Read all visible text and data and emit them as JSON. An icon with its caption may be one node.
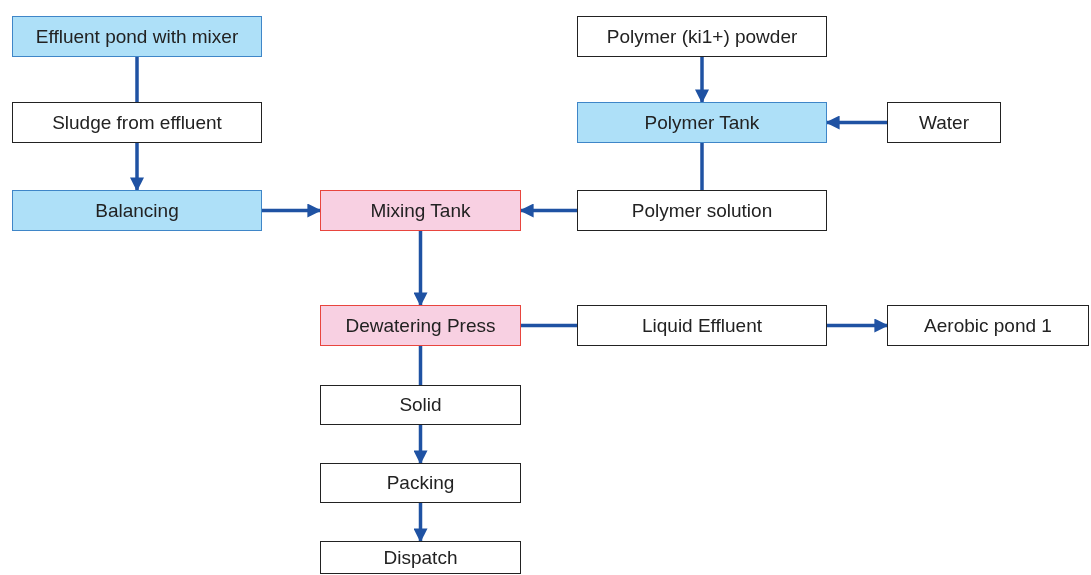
{
  "diagram": {
    "nodes": [
      {
        "text": [
          "Effluent pond with mixer"
        ]
      },
      {
        "text": [
          "Sludge from effluent"
        ]
      },
      {
        "text": [
          "Balancing"
        ]
      },
      {
        "text": [
          "Polymer (ki1+) powder"
        ]
      },
      {
        "text": [
          "Polymer Tank"
        ]
      },
      {
        "text": [
          "Water"
        ]
      },
      {
        "text": [
          "Mixing Tank"
        ]
      },
      {
        "text": [
          "Polymer solution"
        ]
      },
      {
        "text": [
          "Dewatering Press"
        ]
      },
      {
        "text": [
          "Liquid Effluent"
        ]
      },
      {
        "text": [
          "Aerobic pond 1"
        ]
      },
      {
        "text": [
          "Solid"
        ]
      },
      {
        "text": [
          "Packing"
        ]
      },
      {
        "text": [
          "Dispatch"
        ]
      }
    ],
    "edges": [
      {
        "from": 0,
        "to": 1,
        "arrow": "none"
      },
      {
        "from": 1,
        "to": 2,
        "arrow": "to"
      },
      {
        "from": 2,
        "to": 6,
        "arrow": "to"
      },
      {
        "from": 3,
        "to": 4,
        "arrow": "to"
      },
      {
        "from": 5,
        "to": 4,
        "arrow": "to"
      },
      {
        "from": 4,
        "to": 7,
        "arrow": "none"
      },
      {
        "from": 7,
        "to": 6,
        "arrow": "to"
      },
      {
        "from": 6,
        "to": 8,
        "arrow": "to"
      },
      {
        "from": 8,
        "to": 9,
        "arrow": "none"
      },
      {
        "from": 9,
        "to": 10,
        "arrow": "to"
      },
      {
        "from": 8,
        "to": 11,
        "arrow": "none"
      },
      {
        "from": 11,
        "to": 12,
        "arrow": "to"
      },
      {
        "from": 12,
        "to": 13,
        "arrow": "to"
      }
    ]
  }
}
